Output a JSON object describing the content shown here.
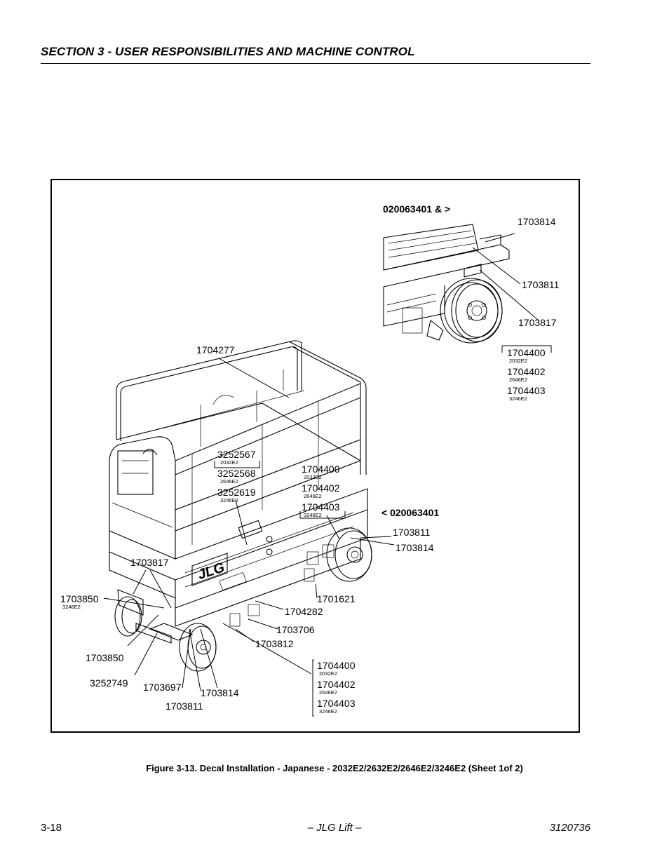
{
  "header": {
    "section_title": "SECTION 3 - USER RESPONSIBILITIES AND MACHINE CONTROL"
  },
  "figure": {
    "caption": "Figure 3-13.  Decal Installation - Japanese - 2032E2/2632E2/2646E2/3246E2 (Sheet 1of 2)",
    "inset_label": "020063401 & >",
    "main_label": "< 020063401",
    "callouts": {
      "c1703814_top": "1703814",
      "c1703811_top": "1703811",
      "c1703817_top": "1703817",
      "c1704400_top": "1704400",
      "m2032_top": "2032E2",
      "c1704402_top": "1704402",
      "m2646_top": "2646E2",
      "c1704403_top": "1704403",
      "m3246_top": "3246E2",
      "c1704277": "1704277",
      "c3252567": "3252567",
      "m2032_a": "2032E2",
      "c3252568": "3252568",
      "m2646_a": "2646E2",
      "c3252619": "3252619",
      "m3246_a": "3246E2",
      "c1704400_mid": "1704400",
      "m2032_b": "2032E2",
      "c1704402_mid": "1704402",
      "m2646_b": "2646E2",
      "c1704403_mid": "1704403",
      "m3246_b": "3246E2",
      "c1703811_mid": "1703811",
      "c1703814_mid": "1703814",
      "c1703817_left": "1703817",
      "c1703850_top": "1703850",
      "m3246_c": "3246E2",
      "c1701621": "1701621",
      "c1704282": "1704282",
      "c1703706": "1703706",
      "c1703812": "1703812",
      "c1703850_bot": "1703850",
      "c3252749": "3252749",
      "c1703697": "1703697",
      "c1703814_bot": "1703814",
      "c1703811_bot": "1703811",
      "c1704400_bot": "1704400",
      "m2032_d": "2032E2",
      "c1704402_bot": "1704402",
      "m2646_d": "2646E2",
      "c1704403_bot": "1704403",
      "m3246_d": "3246E2"
    }
  },
  "footer": {
    "page_number": "3-18",
    "publisher": "– JLG Lift –",
    "doc_number": "3120736"
  }
}
